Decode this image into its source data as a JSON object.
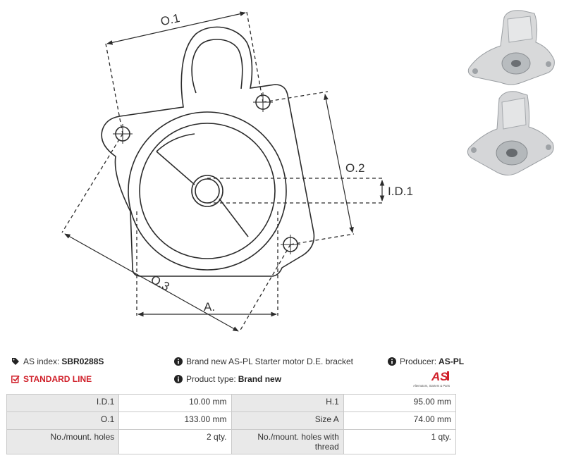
{
  "drawing": {
    "labels": {
      "o1": "O.1",
      "o2": "O.2",
      "o3": "O.3",
      "id1": "I.D.1",
      "a": "A."
    }
  },
  "photos": [
    {
      "name": "bracket-photo-top"
    },
    {
      "name": "bracket-photo-bottom"
    }
  ],
  "info": {
    "as_index_label": "AS index:",
    "as_index_value": "SBR0288S",
    "description": "Brand new AS-PL Starter motor D.E. bracket",
    "producer_label": "Producer:",
    "producer_value": "AS-PL",
    "standard_line": "STANDARD LINE",
    "product_type_label": "Product type:",
    "product_type_value": "Brand new",
    "logo_text": "AS",
    "logo_tagline": "Alternators, Starters & Parts",
    "accent_color": "#d0202a"
  },
  "specs": {
    "rows": [
      [
        {
          "k": "I.D.1",
          "v": "10.00 mm"
        },
        {
          "k": "H.1",
          "v": "95.00 mm"
        }
      ],
      [
        {
          "k": "O.1",
          "v": "133.00 mm"
        },
        {
          "k": "Size A",
          "v": "74.00 mm"
        }
      ],
      [
        {
          "k": "No./mount. holes",
          "v": "2 qty."
        },
        {
          "k": "No./mount. holes with thread",
          "v": "1 qty."
        }
      ]
    ]
  }
}
